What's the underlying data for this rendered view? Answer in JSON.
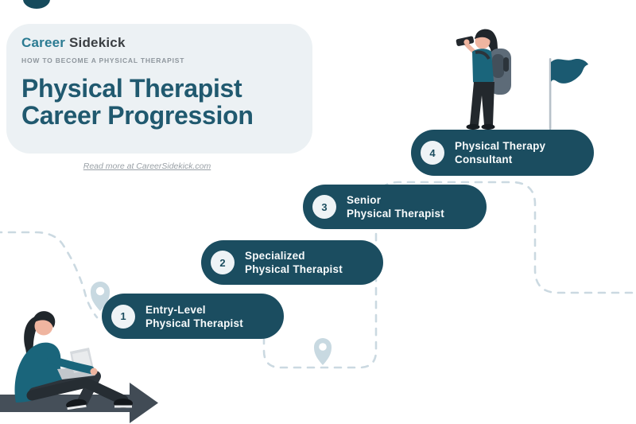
{
  "brand": {
    "career": "Career",
    "sidekick": "Sidekick"
  },
  "header": {
    "tagline": "HOW TO BECOME A PHYSICAL THERAPIST",
    "title_line1": "Physical Therapist",
    "title_line2": "Career Progression"
  },
  "readmore": "Read more at CareerSidekick.com",
  "steps": [
    {
      "num": "1",
      "line1": "Entry-Level",
      "line2": "Physical Therapist"
    },
    {
      "num": "2",
      "line1": "Specialized",
      "line2": "Physical Therapist"
    },
    {
      "num": "3",
      "line1": "Senior",
      "line2": "Physical Therapist"
    },
    {
      "num": "4",
      "line1": "Physical Therapy",
      "line2": "Consultant"
    }
  ],
  "icons": {
    "pin": "location-pin-icon",
    "flag": "flag-icon",
    "arrow": "arrow-right-icon",
    "sitting_person": "person-with-laptop-illustration",
    "standing_person": "person-with-binoculars-illustration"
  },
  "colors": {
    "accent": "#1b4d60",
    "title": "#20596f",
    "logo-teal": "#2b7b92",
    "logo-dark": "#3a3e42",
    "card-bg": "#ecf1f4",
    "muted-text": "#8e969d",
    "dash": "#cbd9e1",
    "pin": "#c8d9e1",
    "arrow": "#454f59",
    "circle-bg": "#eef3f6",
    "pill-text": "#f7fafb"
  }
}
